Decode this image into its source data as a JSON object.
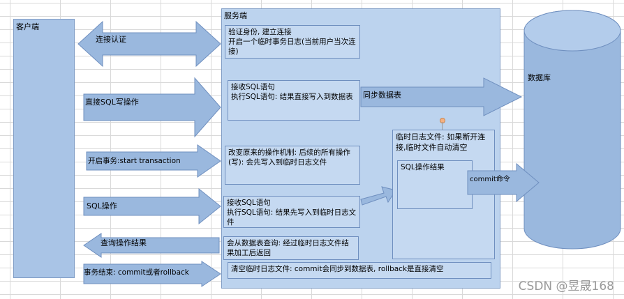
{
  "client": {
    "label": "客户端"
  },
  "server": {
    "label": "服务端"
  },
  "database": {
    "label": "数据库"
  },
  "steps": {
    "auth": {
      "arrow_label": "连接认证",
      "server_text": "验证身份, 建立连接\n开启一个临时事务日志(当前用户当次连接)"
    },
    "direct_write": {
      "arrow_label": "直接SQL写操作",
      "server_text": "接收SQL语句\n执行SQL语句: 结果直接写入到数据表",
      "db_arrow_label": "同步数据表"
    },
    "begin_tx": {
      "arrow_label": "开启事务:start transaction",
      "server_text": "改变原来的操作机制: 后续的所有操作(写): 会先写入到临时日志文件"
    },
    "sql_op": {
      "arrow_label": "SQL操作",
      "server_text": "接收SQL语句\n执行SQL语句: 结果先写入到临时日志文件"
    },
    "query": {
      "arrow_label": "查询操作结果",
      "server_text": "会从数据表查询: 经过临时日志文件结果加工后返回"
    },
    "end_tx": {
      "arrow_label": "事务结束: commit或者rollback",
      "server_text": "清空临时日志文件: commit会同步到数据表, rollback是直接清空"
    }
  },
  "temp_log": {
    "title": "临时日志文件: 如果断开连接,临时文件自动清空",
    "result_box": "SQL操作结果",
    "commit_label": "commit命令"
  },
  "watermark": "CSDN @昱晟168",
  "colors": {
    "shape_fill": "#b8d0ec",
    "panel_fill": "#c5d9f1",
    "arrow_fill": "#9ab8de",
    "border": "#6f8fbf"
  }
}
